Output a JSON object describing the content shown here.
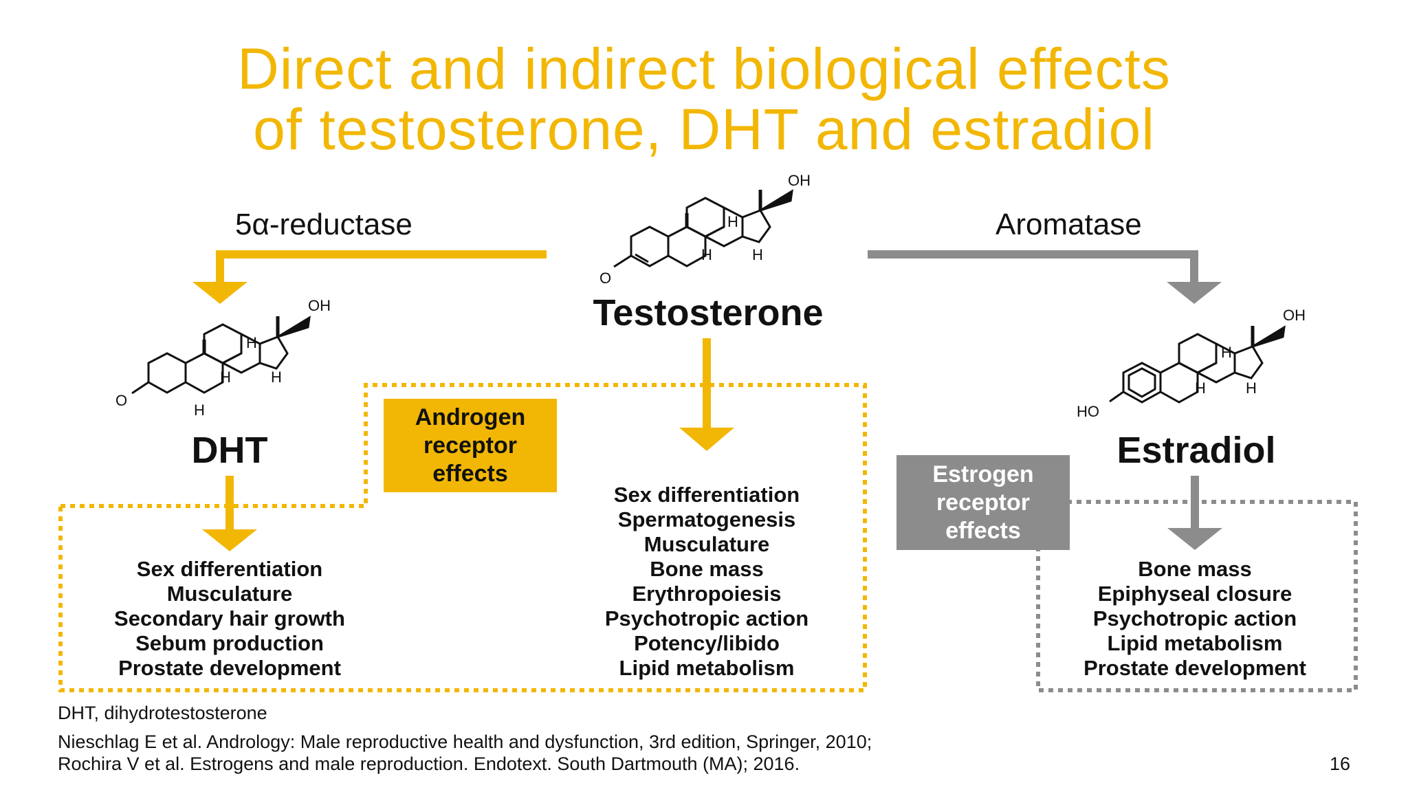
{
  "title": {
    "line1": "Direct and indirect biological effects",
    "line2": "of testosterone, DHT and estradiol"
  },
  "enzymes": {
    "left": "5α-reductase",
    "right": "Aromatase"
  },
  "molecules": {
    "testosterone": {
      "name": "Testosterone",
      "oh": "OH",
      "h1": "H",
      "h2": "H",
      "h3": "H",
      "o": "O"
    },
    "dht": {
      "name": "DHT",
      "oh": "OH",
      "h1": "H",
      "h2": "H",
      "h3": "H",
      "h4": "H",
      "o": "O"
    },
    "estradiol": {
      "name": "Estradiol",
      "oh": "OH",
      "h1": "H",
      "h2": "H",
      "h3": "H",
      "ho": "HO"
    }
  },
  "badges": {
    "androgen": "Androgen\nreceptor\neffects",
    "estrogen": "Estrogen\nreceptor\neffects"
  },
  "effects": {
    "dht": [
      "Sex differentiation",
      "Musculature",
      "Secondary hair growth",
      "Sebum production",
      "Prostate development"
    ],
    "testosterone": [
      "Sex differentiation",
      "Spermatogenesis",
      "Musculature",
      "Bone mass",
      "Erythropoiesis",
      "Psychotropic action",
      "Potency/libido",
      "Lipid metabolism"
    ],
    "estradiol": [
      "Bone mass",
      "Epiphyseal closure",
      "Psychotropic action",
      "Lipid metabolism",
      "Prostate development"
    ]
  },
  "footnotes": {
    "abbrev": "DHT, dihydrotestosterone",
    "ref1": "Nieschlag E et al. Andrology: Male reproductive health and dysfunction, 3rd edition, Springer, 2010;",
    "ref2": "Rochira V et al. Estrogens and male reproduction. Endotext. South Dartmouth (MA); 2016.",
    "page_number": "16"
  },
  "colors": {
    "accent": "#f2b705",
    "grey": "#8c8c8c",
    "text": "#111111"
  }
}
